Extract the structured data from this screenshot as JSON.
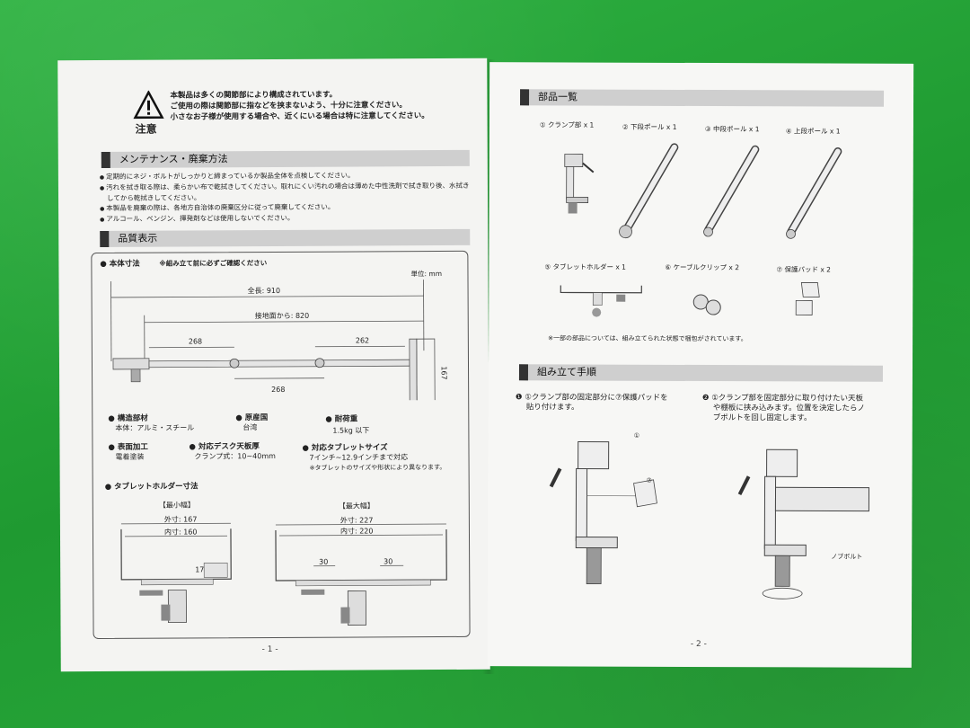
{
  "left": {
    "warning": {
      "label": "注意",
      "lines": [
        "本製品は多くの関節部により構成されています。",
        "ご使用の際は関節部に指などを挟まないよう、十分に注意ください。",
        "小さなお子様が使用する場合や、近くにいる場合は特に注意してください。"
      ]
    },
    "maintenance": {
      "title": "メンテナンス・廃棄方法",
      "items": [
        "定期的にネジ・ボルトがしっかりと締まっているか製品全体を点検してください。",
        "汚れを拭き取る際は、柔らかい布で乾拭きしてください。取れにくい汚れの場合は薄めた中性洗剤で拭き取り後、水拭き",
        "してから乾拭きしてください。",
        "本製品を廃棄の際は、各地方自治体の廃棄区分に従って廃棄してください。",
        "アルコール、ベンジン、揮発剤などは使用しないでください。"
      ]
    },
    "quality": {
      "title": "品質表示",
      "body_dim_label": "● 本体寸法",
      "body_dim_note": "※組み立て前に必ずご確認ください",
      "unit": "単位: mm",
      "total": "全長: 910",
      "from_ground": "接地面から: 820",
      "d268a": "268",
      "d262": "262",
      "d268b": "268",
      "d167": "167",
      "material_label": "● 構造部材",
      "material_val": "本体：アルミ・スチール",
      "origin_label": "● 原産国",
      "origin_val": "台湾",
      "load_label": "● 耐荷重",
      "load_val": "1.5kg 以下",
      "surface_label": "● 表面加工",
      "surface_val": "電着塗装",
      "desk_label": "● 対応デスク天板厚",
      "desk_val": "クランプ式：10~40mm",
      "tablet_label": "● 対応タブレットサイズ",
      "tablet_val": "7インチ~12.9インチまで対応",
      "tablet_note": "※タブレットのサイズや形状により異なります。",
      "holder_label": "● タブレットホルダー寸法",
      "min_label": "【最小幅】",
      "max_label": "【最大幅】",
      "min_outer": "外寸: 167",
      "min_inner": "内寸: 160",
      "min_17": "17",
      "max_outer": "外寸: 227",
      "max_inner": "内寸: 220",
      "max_30a": "30",
      "max_30b": "30"
    },
    "page_num": "- 1 -"
  },
  "right": {
    "parts": {
      "title": "部品一覧",
      "p1": "① クランプ部 x 1",
      "p2": "② 下段ポール x 1",
      "p3": "③ 中段ポール x 1",
      "p4": "④ 上段ポール x 1",
      "p5": "⑤ タブレットホルダー x 1",
      "p6": "⑥ ケーブルクリップ x 2",
      "p7": "⑦ 保護パッド x 2",
      "note": "※一部の部品については、組み立てられた状態で梱包がされています。"
    },
    "assembly": {
      "title": "組み立て手順",
      "s1_num": "❶",
      "s1_lines": [
        "①クランプ部の固定部分に⑦保護パッドを",
        "貼り付けます。"
      ],
      "s2_num": "❷",
      "s2_lines": [
        "①クランプ部を固定部分に取り付けたい天板",
        "や棚板に挟み込みます。位置を決定したらノ",
        "ブボルトを回し固定します。"
      ],
      "callout1": "①",
      "callout7": "⑦",
      "knob": "ノブボルト"
    },
    "page_num": "- 2 -"
  },
  "colors": {
    "background": "#2aa43a",
    "paper": "#f4f4f2",
    "bar": "#cfcfcf"
  }
}
